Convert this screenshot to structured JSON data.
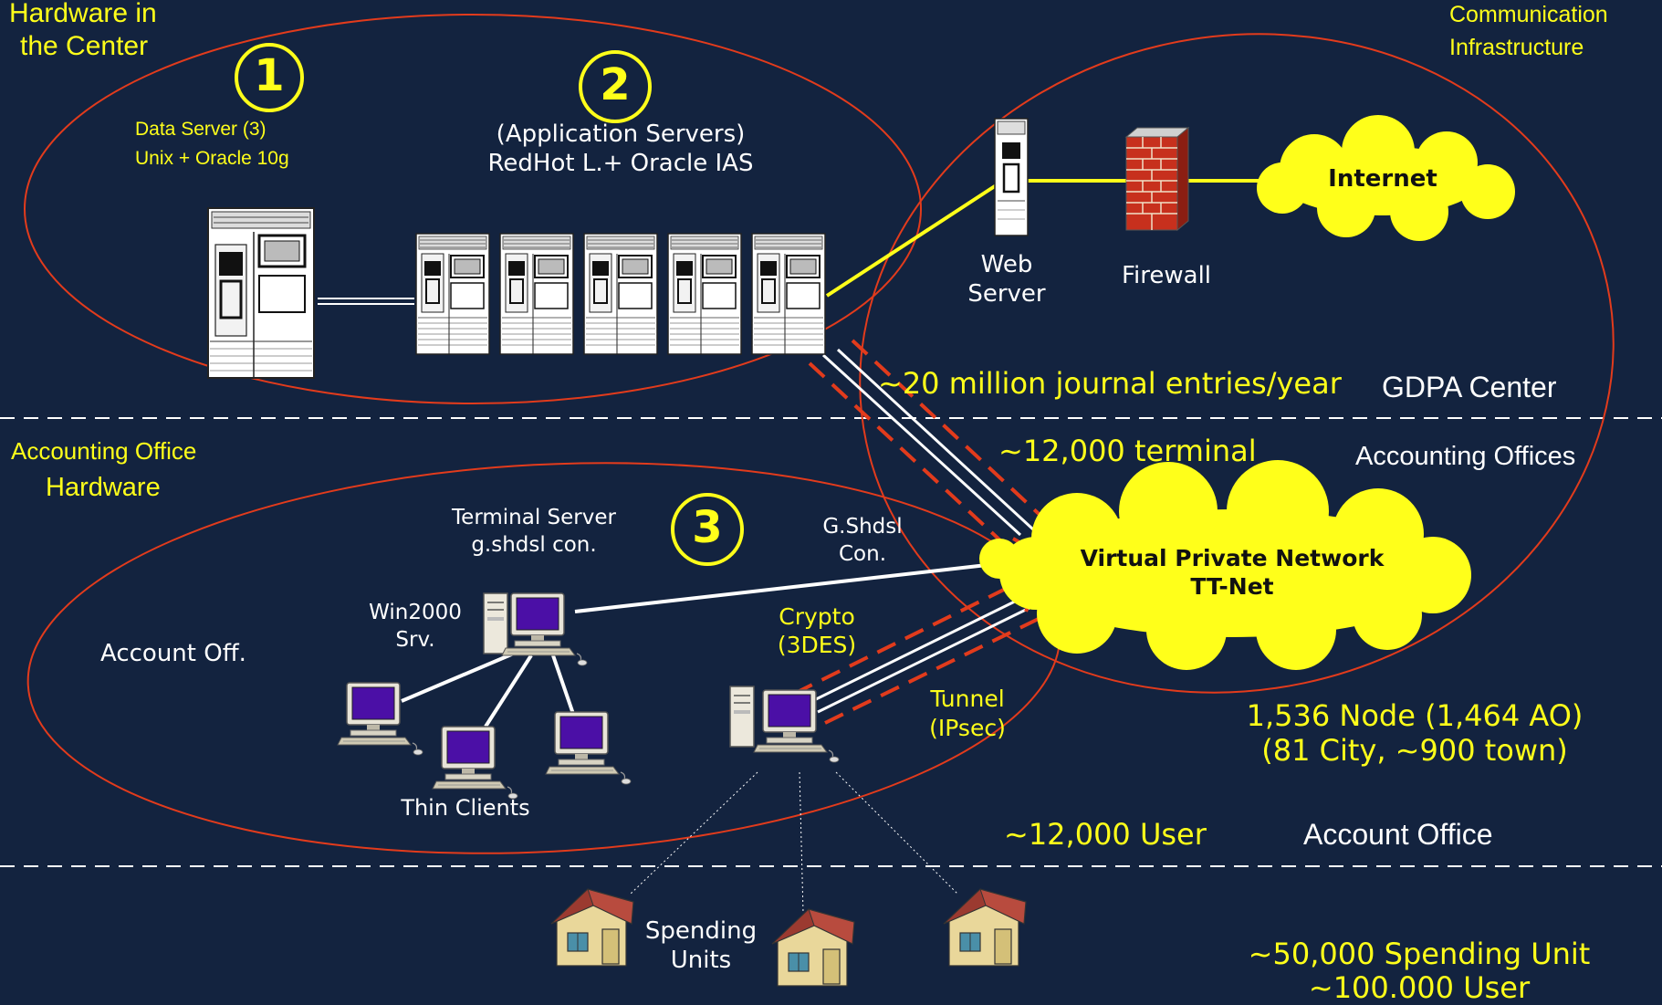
{
  "sections": {
    "center_title_1": "Hardware in",
    "center_title_2": "the Center",
    "comm_1": "Communication",
    "comm_2": "Infrastructure",
    "acc_hw_1": "Accounting Office",
    "acc_hw_2": "Hardware"
  },
  "markers": {
    "m1": "1",
    "m2": "2",
    "m3": "3"
  },
  "center": {
    "data_server_1": "Data Server (3)",
    "data_server_2": "Unix + Oracle 10g",
    "app_servers_1": "(Application Servers)",
    "app_servers_2": "RedHot L.+ Oracle IAS",
    "web_server_1": "Web",
    "web_server_2": "Server",
    "firewall": "Firewall",
    "internet": "Internet"
  },
  "stats": {
    "journal": "~20 million journal entries/year",
    "gdpa": "GDPA Center",
    "terminal": "~12,000 terminal",
    "acc_offices": "Accounting Offices",
    "nodes_1": "1,536 Node (1,464 AO)",
    "nodes_2": "(81 City, ~900 town)",
    "users": "~12,000 User",
    "account_office": "Account Office",
    "spending_1": "~50,000  Spending Unit",
    "spending_2": "~100.000 User"
  },
  "office": {
    "terminal_server_1": "Terminal Server",
    "terminal_server_2": "g.shdsl con.",
    "win_1": "Win2000",
    "win_2": "Srv.",
    "account_off": "Account Off.",
    "thin_clients": "Thin Clients",
    "gshdsl_1": "G.Shdsl",
    "gshdsl_2": "Con.",
    "crypto_1": "Crypto",
    "crypto_2": "(3DES)",
    "tunnel_1": "Tunnel",
    "tunnel_2": "(IPsec)",
    "vpn_1": "Virtual Private Network",
    "vpn_2": "TT-Net"
  },
  "spending": {
    "label_1": "Spending",
    "label_2": "Units"
  },
  "colors": {
    "background": "#13233f",
    "ellipse": "#e23b1c",
    "highlight": "#ffff1a",
    "cloud": "#ffff1a",
    "dashed_divider": "#ffffff",
    "monitor": "#4b0fa6"
  },
  "icons": [
    "data-server-icon",
    "app-server-icon",
    "web-server-icon",
    "firewall-icon",
    "internet-cloud-icon",
    "vpn-cloud-icon",
    "terminal-server-icon",
    "thin-client-icon",
    "crypto-pc-icon",
    "house-icon"
  ]
}
